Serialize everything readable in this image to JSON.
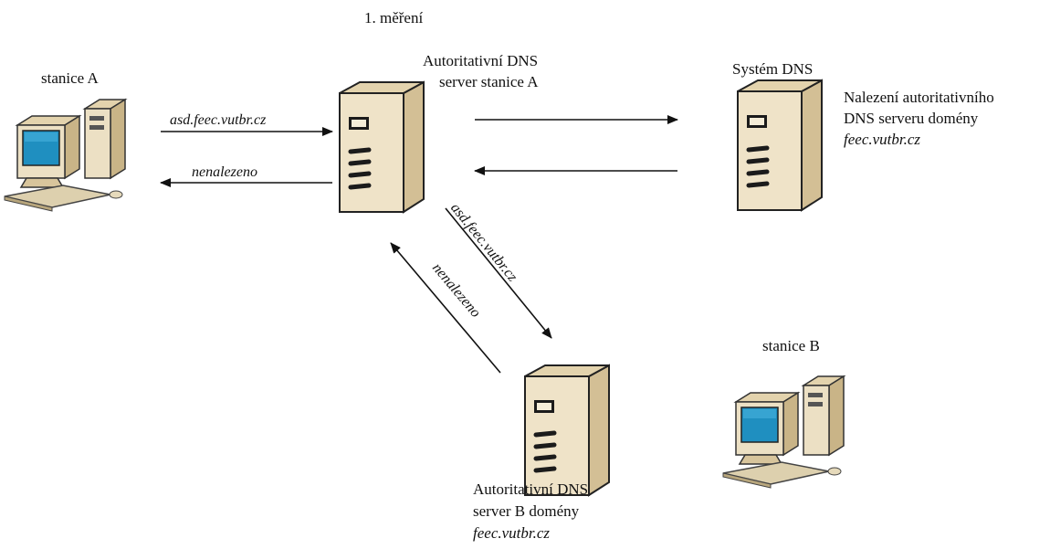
{
  "title": "1. měření",
  "nodes": {
    "station_a": {
      "label": "stanice A"
    },
    "station_b": {
      "label": "stanice B"
    },
    "dns_server_a": {
      "label_line1": "Autoritativní DNS",
      "label_line2": "server stanice A"
    },
    "dns_system": {
      "label": "Systém DNS",
      "note_line1": "Nalezení autoritativního",
      "note_line2": "DNS serveru domény",
      "note_line3": "feec.vutbr.cz"
    },
    "dns_server_b": {
      "label_line1": "Autoritativní DNS",
      "label_line2": "server B domény",
      "label_line3": "feec.vutbr.cz"
    }
  },
  "edges": {
    "a_to_server_a": "asd.feec.vutbr.cz",
    "server_a_to_a": "nenalezeno",
    "server_a_to_b": "asd.feec.vutbr.cz",
    "b_to_server_a": "nenalezeno"
  },
  "icons": {
    "workstation": "desktop-computer-icon",
    "server": "tower-server-icon"
  },
  "colors": {
    "server_body": "#efe3c8",
    "server_side": "#d3bf95",
    "monitor_screen": "#1f8fc0",
    "line": "#111111"
  }
}
